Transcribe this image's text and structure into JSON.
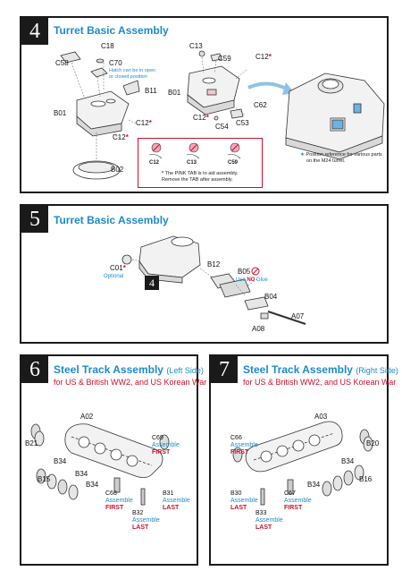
{
  "step4": {
    "number": "4",
    "title": "Turret Basic Assembly",
    "labels": {
      "c18": "C18",
      "c58": "C58",
      "c70": "C70",
      "b11": "B11",
      "b01": "B01",
      "c12_a": "C12",
      "c12_b": "C12",
      "b02": "B02",
      "c13": "C13",
      "c59": "C59",
      "c12_c": "C12",
      "b01_r": "B01",
      "c62": "C62",
      "c12_d": "C12",
      "c54": "C54",
      "c53": "C53"
    },
    "star": "*",
    "hatch_note_1": "Hatch can be in open",
    "hatch_note_2": "or closed position",
    "position_note_1": "Position reference for various parts",
    "position_note_2": "on the M24 turret.",
    "pink_parts": [
      "C12",
      "C13",
      "C59"
    ],
    "pink_note_1": "The PINK TAB is to aid assembly.",
    "pink_note_2": "Remove the TAB after assembly.",
    "pink_word": "PINK TAB",
    "tab_word": "TAB"
  },
  "step5": {
    "number": "5",
    "title": "Turret Basic Assembly",
    "labels": {
      "c01": "C01",
      "optional": "Optional",
      "b12": "B12",
      "b05": "B05",
      "use_no_glue_1": "Use ",
      "use_no_glue_no": "NO",
      "use_no_glue_2": " Glue",
      "b04": "B04",
      "a07": "A07",
      "a08": "A08"
    },
    "ref_step": "4"
  },
  "step6": {
    "number": "6",
    "title": "Steel Track Assembly",
    "side": "(Left Side)",
    "subtitle": "for US & British WW2, and US Korean War",
    "labels": {
      "a02": "A02",
      "b21": "B21",
      "c69": "C69",
      "assemble": "Assemble",
      "first": "FIRST",
      "last": "LAST",
      "b34_a": "B34",
      "b34_b": "B34",
      "b34_c": "B34",
      "b15": "B15",
      "c68": "C68",
      "b31": "B31",
      "b32": "B32"
    }
  },
  "step7": {
    "number": "7",
    "title": "Steel Track Assembly",
    "side": "(Right Side)",
    "subtitle": "for US & British WW2, and US Korean War",
    "labels": {
      "a03": "A03",
      "b20": "B20",
      "c66": "C66",
      "assemble": "Assemble",
      "first": "FIRST",
      "last": "LAST",
      "b34_a": "B34",
      "b34_b": "B34",
      "b16": "B16",
      "b30": "B30",
      "c67": "C67",
      "b33": "B33"
    }
  },
  "colors": {
    "accent": "#1d8bc9",
    "warning": "#c8102e",
    "ink": "#1a1a1a"
  }
}
